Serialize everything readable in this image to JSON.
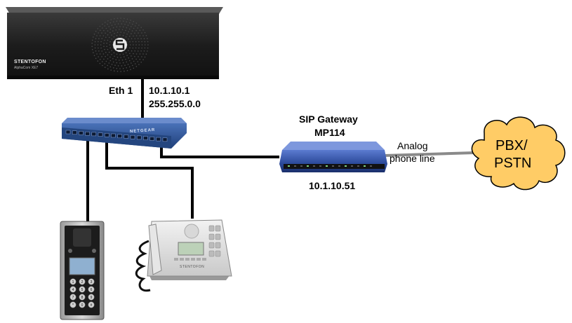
{
  "server": {
    "brand": "STENTOFON",
    "model": "AlphaCom XE7",
    "port_label": "Eth 1",
    "ip": "10.1.10.1",
    "netmask": "255.255.0.0"
  },
  "switch": {
    "brand": "NETGEAR"
  },
  "gateway": {
    "title": "SIP Gateway",
    "model": "MP114",
    "ip": "10.1.10.51"
  },
  "link": {
    "line1": "Analog",
    "line2": "phone line"
  },
  "cloud": {
    "line1": "PBX/",
    "line2": "PSTN",
    "fill": "#ffcc66"
  },
  "door_station": {
    "keys": [
      "1",
      "2",
      "3",
      "4",
      "5",
      "6",
      "7",
      "8",
      "9",
      "*",
      "0",
      "#"
    ]
  },
  "desk_station": {
    "brand": "STENTOFON"
  },
  "colors": {
    "cable": "#000000",
    "analog_line": "#808080",
    "switch_blue": "#2a4f8f",
    "gateway_blue": "#3b5aa8",
    "server_body": "#1e1e1e"
  }
}
